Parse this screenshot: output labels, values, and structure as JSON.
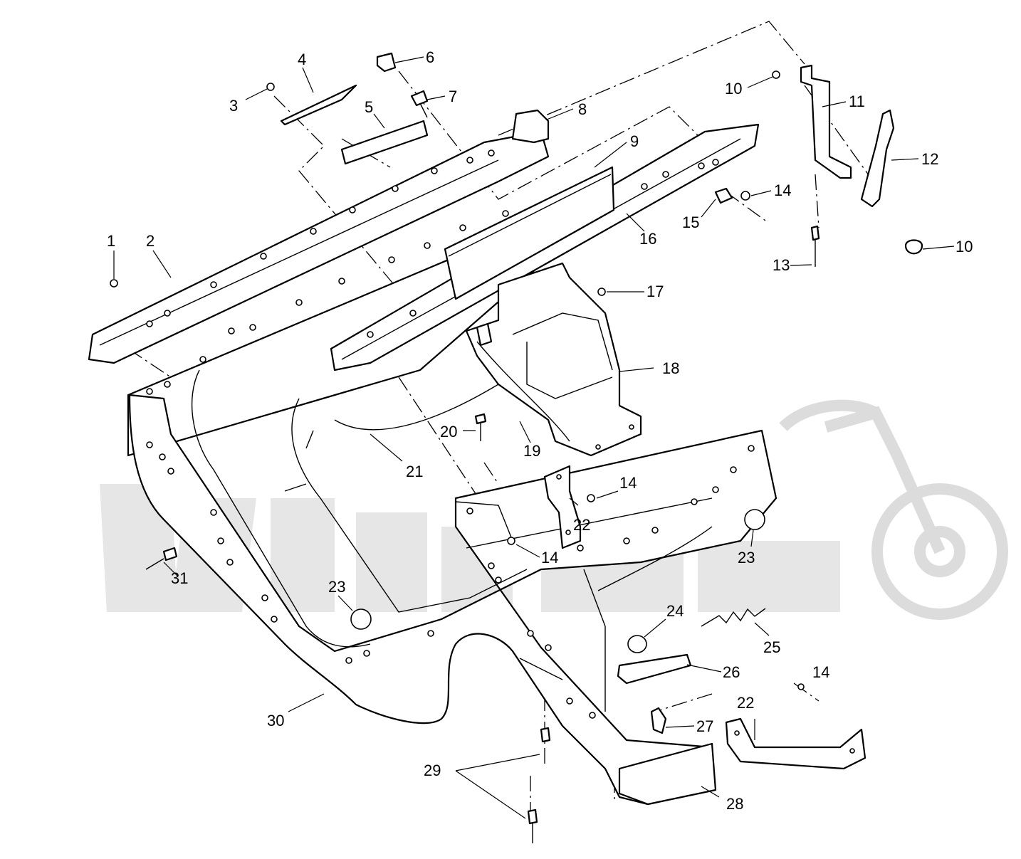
{
  "callouts": [
    {
      "label": "1"
    },
    {
      "label": "2"
    },
    {
      "label": "3"
    },
    {
      "label": "4"
    },
    {
      "label": "5"
    },
    {
      "label": "6"
    },
    {
      "label": "7"
    },
    {
      "label": "8"
    },
    {
      "label": "9"
    },
    {
      "label": "10"
    },
    {
      "label": "10"
    },
    {
      "label": "11"
    },
    {
      "label": "12"
    },
    {
      "label": "13"
    },
    {
      "label": "14"
    },
    {
      "label": "14"
    },
    {
      "label": "14"
    },
    {
      "label": "14"
    },
    {
      "label": "15"
    },
    {
      "label": "16"
    },
    {
      "label": "17"
    },
    {
      "label": "18"
    },
    {
      "label": "19"
    },
    {
      "label": "20"
    },
    {
      "label": "21"
    },
    {
      "label": "22"
    },
    {
      "label": "22"
    },
    {
      "label": "23"
    },
    {
      "label": "23"
    },
    {
      "label": "24"
    },
    {
      "label": "25"
    },
    {
      "label": "26"
    },
    {
      "label": "27"
    },
    {
      "label": "28"
    },
    {
      "label": "29"
    },
    {
      "label": "30"
    },
    {
      "label": "31"
    }
  ],
  "watermark": {
    "icon": "motorcycle-watermark-icon",
    "color": "#dcdcdc"
  }
}
